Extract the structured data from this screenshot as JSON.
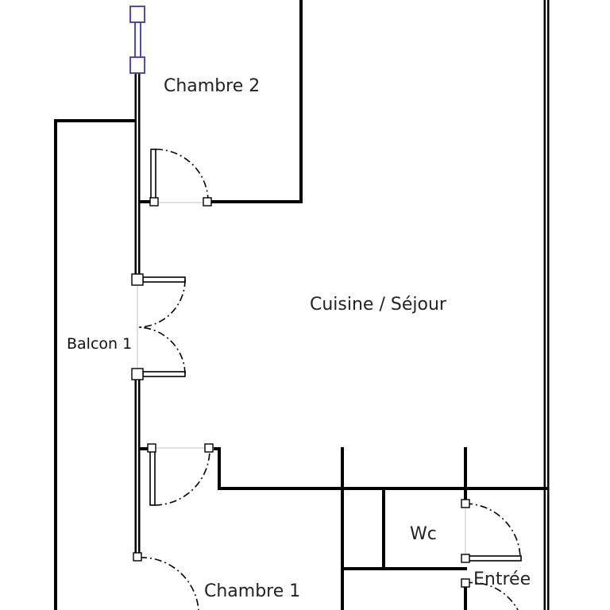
{
  "rooms": {
    "chambre2": "Chambre 2",
    "cuisine_sejour": "Cuisine / Séjour",
    "balcon1": "Balcon 1",
    "wc": "Wc",
    "chambre1": "Chambre 1",
    "entree": "Entrée"
  },
  "colors": {
    "walls": "#000000",
    "selection": "#3b3bb0",
    "labels": "#222222"
  }
}
